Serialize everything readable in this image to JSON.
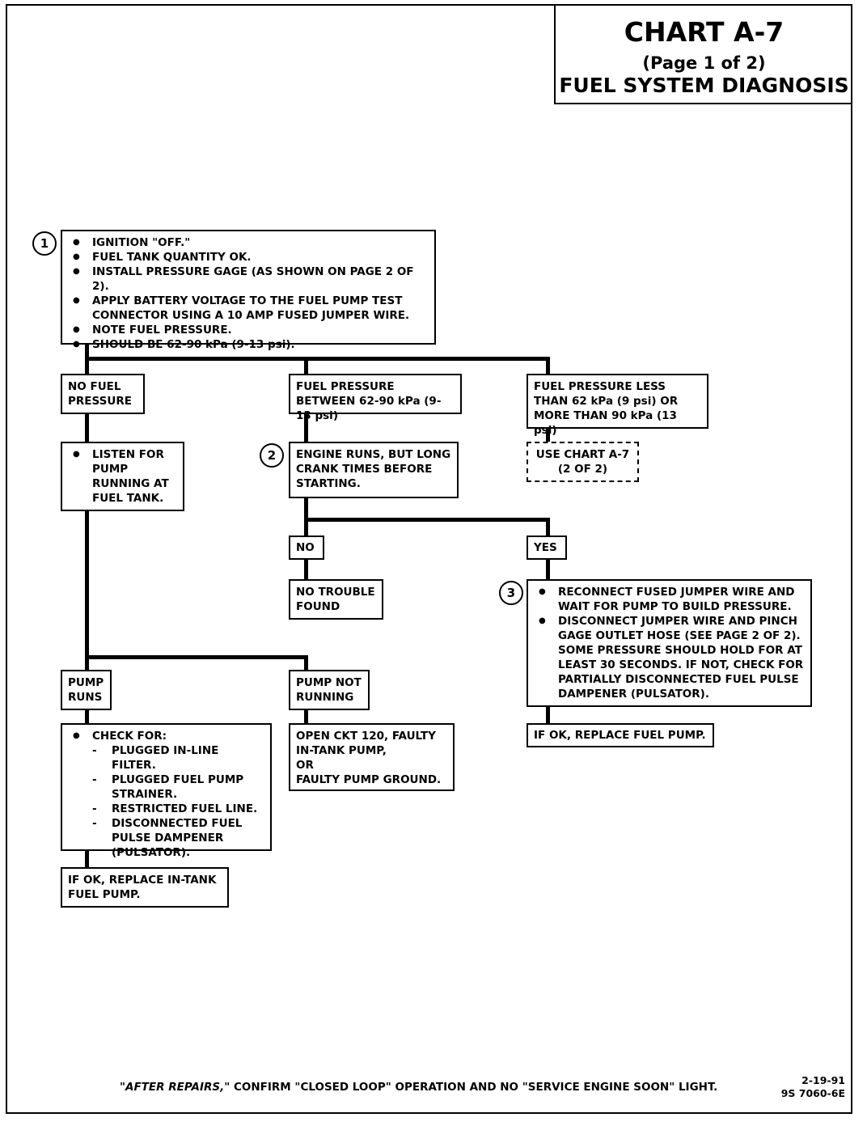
{
  "title": {
    "chart": "CHART A-7",
    "page": "(Page 1 of 2)",
    "name": "FUEL SYSTEM DIAGNOSIS"
  },
  "steps": {
    "s1": "1",
    "s2": "2",
    "s3": "3"
  },
  "start_box": {
    "items": [
      "IGNITION \"OFF.\"",
      "FUEL TANK QUANTITY OK.",
      "INSTALL PRESSURE GAGE  (AS SHOWN ON PAGE 2 OF 2).",
      "APPLY BATTERY VOLTAGE TO THE FUEL PUMP TEST CONNECTOR USING A 10 AMP FUSED JUMPER WIRE.",
      "NOTE FUEL PRESSURE.",
      "SHOULD BE 62-90 kPa (9-13 psi)."
    ]
  },
  "branches": {
    "no_fuel": "NO FUEL PRESSURE",
    "between": "FUEL PRESSURE BETWEEN 62-90 kPa (9-13 psi)",
    "out_of_range": "FUEL PRESSURE LESS THAN 62 kPa (9 psi) OR MORE THAN 90 kPa (13 psi)"
  },
  "use_chart": "USE CHART A-7 (2 OF 2)",
  "listen_box": "LISTEN FOR PUMP RUNNING AT FUEL TANK.",
  "engine_runs": "ENGINE RUNS, BUT LONG CRANK TIMES BEFORE STARTING.",
  "no_label": "NO",
  "yes_label": "YES",
  "no_trouble": "NO TROUBLE FOUND",
  "reconnect_box": {
    "items": [
      "RECONNECT FUSED JUMPER WIRE AND WAIT FOR PUMP TO BUILD PRESSURE.",
      "DISCONNECT JUMPER WIRE AND PINCH GAGE OUTLET HOSE (SEE PAGE 2 OF 2). SOME PRESSURE SHOULD HOLD FOR AT LEAST 30 SECONDS.  IF NOT, CHECK FOR PARTIALLY DISCONNECTED FUEL PULSE DAMPENER (PULSATOR)."
    ]
  },
  "replace_pump_right": "IF OK, REPLACE FUEL PUMP.",
  "pump_runs": "PUMP RUNS",
  "pump_not_running": "PUMP NOT RUNNING",
  "check_for": {
    "heading": "CHECK FOR:",
    "items": [
      "PLUGGED IN-LINE FILTER.",
      "PLUGGED FUEL PUMP STRAINER.",
      "RESTRICTED FUEL LINE.",
      "DISCONNECTED FUEL PULSE DAMPENER (PULSATOR)."
    ]
  },
  "open_ckt": {
    "line1": "OPEN CKT 120, FAULTY IN-TANK PUMP,",
    "line2": "OR",
    "line3": "FAULTY PUMP GROUND."
  },
  "replace_in_tank": "IF OK, REPLACE IN-TANK FUEL PUMP.",
  "footer": {
    "after_repairs": "\"AFTER REPAIRS,\"",
    "rest": " CONFIRM \"CLOSED LOOP\" OPERATION AND NO \"SERVICE ENGINE SOON\" LIGHT."
  },
  "doc_code": {
    "date": "2-19-91",
    "number": "9S 7060-6E"
  }
}
